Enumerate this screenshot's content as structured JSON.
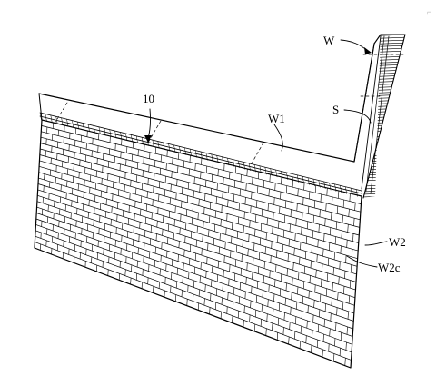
{
  "figure": {
    "labels": {
      "ref_10": "10",
      "ref_w": "W",
      "ref_w1": "W1",
      "ref_s": "S",
      "ref_w2": "W2",
      "ref_w2c": "W2c"
    },
    "marks": {
      "corner_tick": "⌐"
    }
  }
}
